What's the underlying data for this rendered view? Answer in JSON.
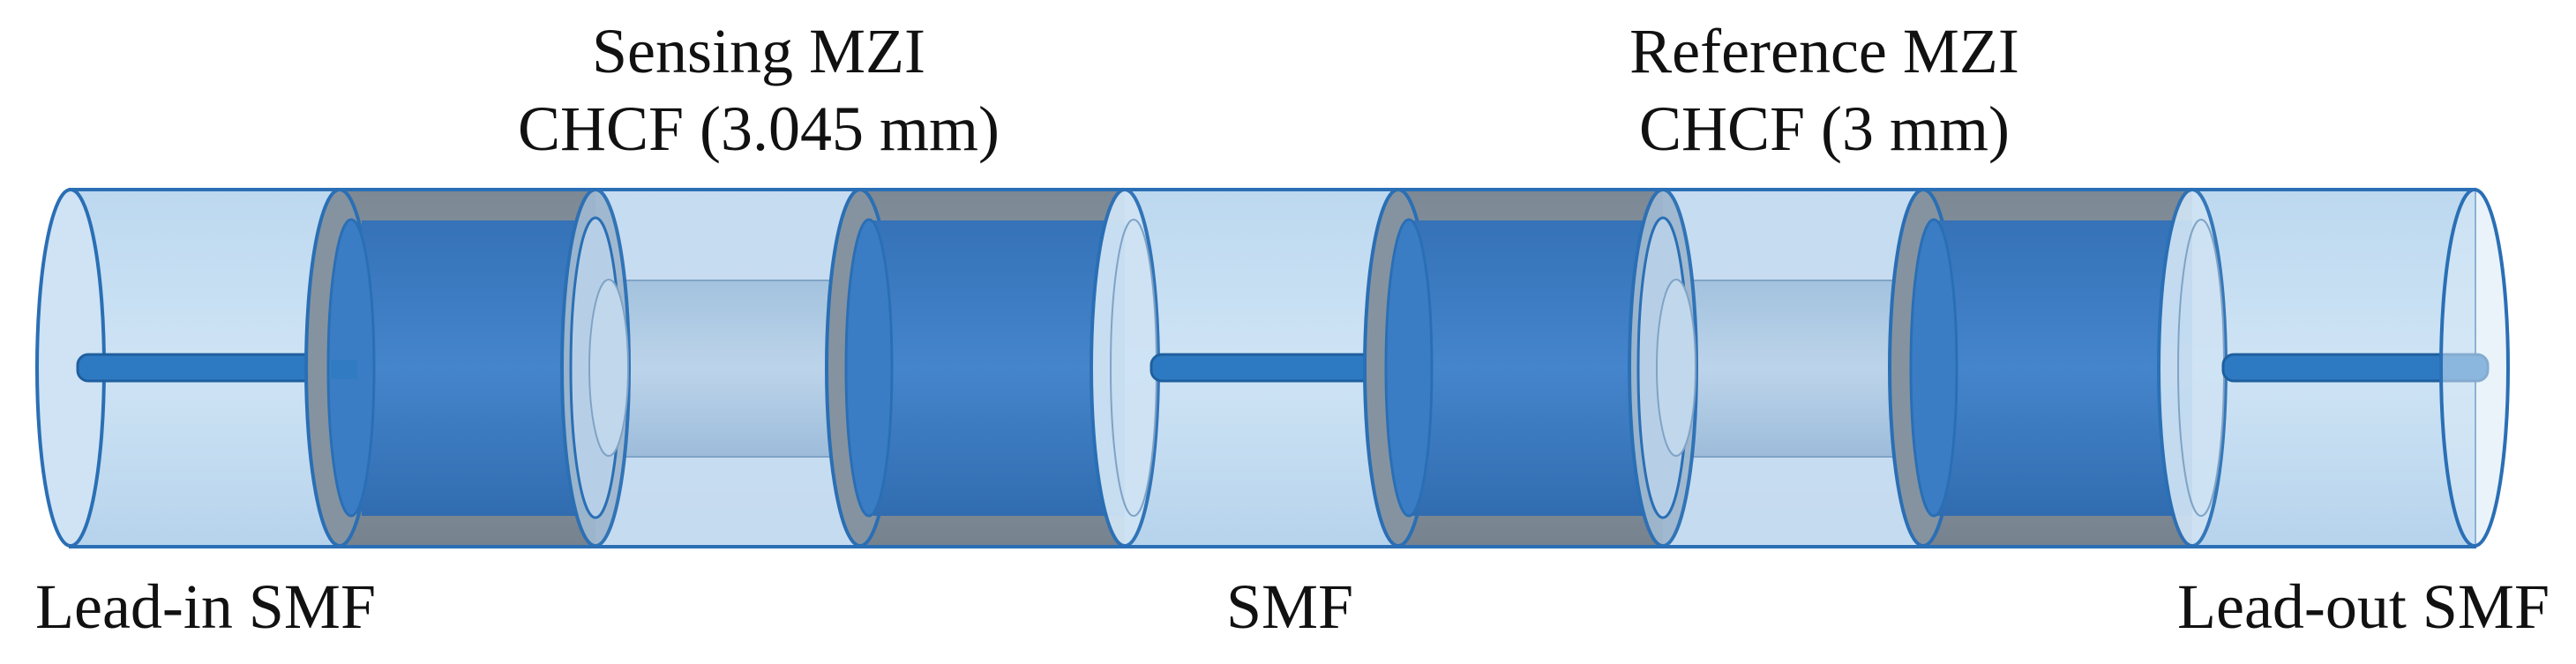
{
  "labels": {
    "sensing_title": "Sensing MZI",
    "sensing_subtitle": "CHCF (3.045 mm)",
    "reference_title": "Reference MZI",
    "reference_subtitle": "CHCF (3 mm)",
    "lead_in": "Lead-in SMF",
    "middle_smf": "SMF",
    "lead_out": "Lead-out SMF"
  },
  "colors": {
    "smf_body": "#c3dcf1",
    "smf_face": "#d9e9f6",
    "outline": "#2a6fb5",
    "core": "#2e7ac2",
    "chcf_cladding": "#7f8c99",
    "chcf_inner": "#3b7dc4",
    "chcf_dark": "#2f6fb2",
    "capillary_tube": "#a9c6e0",
    "air_gap": "#cfe2f2"
  }
}
